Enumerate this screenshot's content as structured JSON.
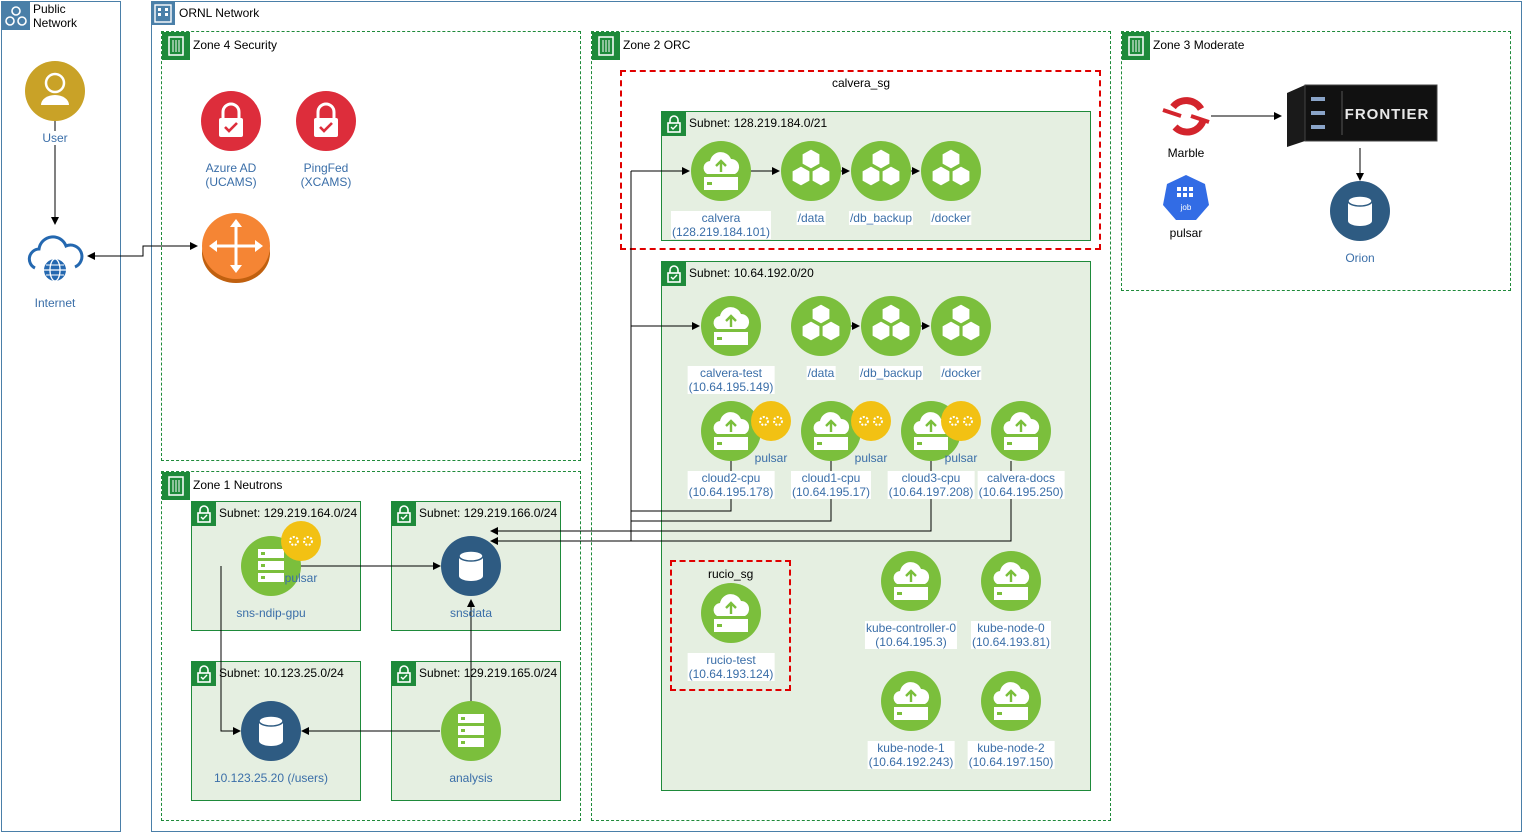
{
  "networks": {
    "public": "Public Network",
    "ornl": "ORNL Network"
  },
  "zones": {
    "z4": "Zone 4 Security",
    "z2": "Zone 2 ORC",
    "z3": "Zone 3 Moderate",
    "z1": "Zone 1 Neutrons"
  },
  "security_groups": {
    "calvera": "calvera_sg",
    "rucio": "rucio_sg"
  },
  "subnets": {
    "s128": "Subnet: 128.219.184.0/21",
    "s10_64": "Subnet: 10.64.192.0/20",
    "s164": "Subnet: 129.219.164.0/24",
    "s166": "Subnet: 129.219.166.0/24",
    "s10_123": "Subnet: 10.123.25.0/24",
    "s165": "Subnet: 129.219.165.0/24"
  },
  "public_nodes": {
    "user": "User",
    "internet": "Internet"
  },
  "security_nodes": {
    "azure_1": "Azure AD",
    "azure_2": "(UCAMS)",
    "pingfed_1": "PingFed",
    "pingfed_2": "(XCAMS)"
  },
  "calvera_nodes": {
    "calvera_1": "calvera",
    "calvera_2": "(128.219.184.101)",
    "data": "/data",
    "db_backup": "/db_backup",
    "docker": "/docker"
  },
  "orc_nodes": {
    "ct_1": "calvera-test",
    "ct_2": "(10.64.195.149)",
    "data": "/data",
    "db_backup": "/db_backup",
    "docker": "/docker",
    "c2_1": "cloud2-cpu",
    "c2_2": "(10.64.195.178)",
    "c1_1": "cloud1-cpu",
    "c1_2": "(10.64.195.17)",
    "c3_1": "cloud3-cpu",
    "c3_2": "(10.64.197.208)",
    "cd_1": "calvera-docs",
    "cd_2": "(10.64.195.250)",
    "pulsar": "pulsar",
    "rt_1": "rucio-test",
    "rt_2": "(10.64.193.124)",
    "kc_1": "kube-controller-0",
    "kc_2": "(10.64.195.3)",
    "k0_1": "kube-node-0",
    "k0_2": "(10.64.193.81)",
    "k1_1": "kube-node-1",
    "k1_2": "(10.64.192.243)",
    "k2_1": "kube-node-2",
    "k2_2": "(10.64.197.150)"
  },
  "moderate_nodes": {
    "marble": "Marble",
    "pulsar": "pulsar",
    "job": "job",
    "orion": "Orion",
    "frontier": "FRONTIER"
  },
  "neutron_nodes": {
    "sns_gpu": "sns-ndip-gpu",
    "pulsar": "pulsar",
    "snsdata": "snsdata",
    "users": "10.123.25.20 (/users)",
    "analysis": "analysis"
  },
  "colors": {
    "zone_green": "#1e8a3a",
    "subnet_fill": "#e5efe1",
    "node_green": "#7bbf3c",
    "sg_red": "#e00000",
    "db_blue": "#2e5b82",
    "lock_red": "#dd2d3b",
    "router_orange": "#f58534",
    "user_gold": "#c9a227",
    "net_blue": "#2468b0",
    "pulsar_yellow": "#f2c113",
    "label_blue": "#3a6ea8"
  }
}
